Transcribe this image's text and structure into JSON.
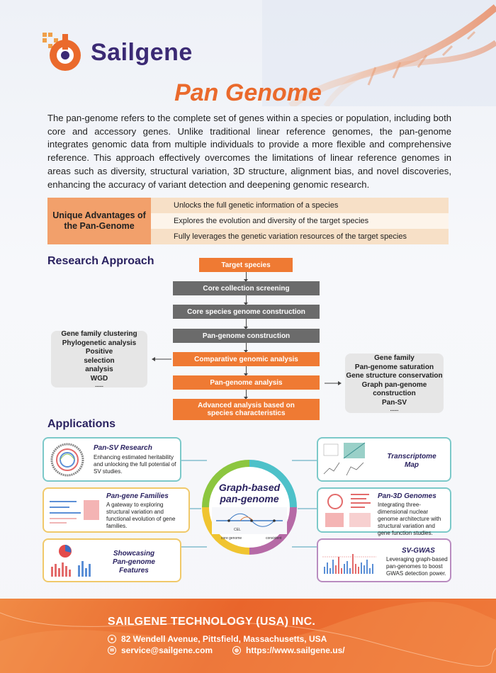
{
  "brand": {
    "name": "Sailgene",
    "accent": "#ea6a2c",
    "navy": "#2a2260"
  },
  "title": "Pan Genome",
  "intro": "The pan-genome refers to the complete set of genes within a species or population, including both core and accessory genes. Unlike traditional linear reference genomes, the pan-genome integrates genomic data from multiple individuals to provide a more flexible and comprehensive reference. This approach effectively overcomes the limitations of linear reference genomes in areas such as diversity, structural variation, 3D structure, alignment bias, and novel discoveries, enhancing the accuracy of variant detection and deepening genomic research.",
  "advantages": {
    "heading": "Unique Advantages of the Pan-Genome",
    "items": [
      "Unlocks the full genetic information of a species",
      "Explores the evolution and diversity of the target species",
      "Fully leverages the genetic variation resources of the target species"
    ]
  },
  "research": {
    "heading": "Research Approach",
    "steps": [
      "Target species",
      "Core collection screening",
      "Core species genome construction",
      "Pan-genome construction",
      "Comparative genomic analysis",
      "Pan-genome analysis",
      "Advanced analysis based on species characteristics"
    ],
    "left_box": [
      "Gene family clustering",
      "Phylogenetic analysis",
      "Positive selection analysis",
      "WGD",
      "......"
    ],
    "right_box": [
      "Gene family",
      "Pan-genome saturation",
      "Gene structure conservation",
      "Graph pan-genome construction",
      "Pan-SV",
      "......"
    ]
  },
  "applications": {
    "heading": "Applications",
    "center": {
      "title": "Graph-based pan-genome",
      "labels": [
        "core genome",
        "consistent",
        "CEL"
      ]
    },
    "cards": [
      {
        "title": "Pan-SV Research",
        "desc": "Enhancing estimated heritability and unlocking the full potential of SV studies."
      },
      {
        "title": "Pan-gene Families",
        "desc": "A gateway to exploring structural variation and functional evolution of gene families."
      },
      {
        "title": "Showcasing Pan-genome Features",
        "desc": ""
      },
      {
        "title": "Transcriptome Map",
        "desc": ""
      },
      {
        "title": "Pan-3D Genomes",
        "desc": "Integrating three-dimensional nuclear genome architecture with structural variation and gene function studies."
      },
      {
        "title": "SV-GWAS",
        "desc": "Leveraging graph-based pan-genomes to boost GWAS detection power."
      }
    ]
  },
  "footer": {
    "company": "SAILGENE TECHNOLOGY (USA) INC.",
    "address": "82 Wendell Avenue, Pittsfield, Massachusetts, USA",
    "email": "service@sailgene.com",
    "website": "https://www.sailgene.us/"
  }
}
